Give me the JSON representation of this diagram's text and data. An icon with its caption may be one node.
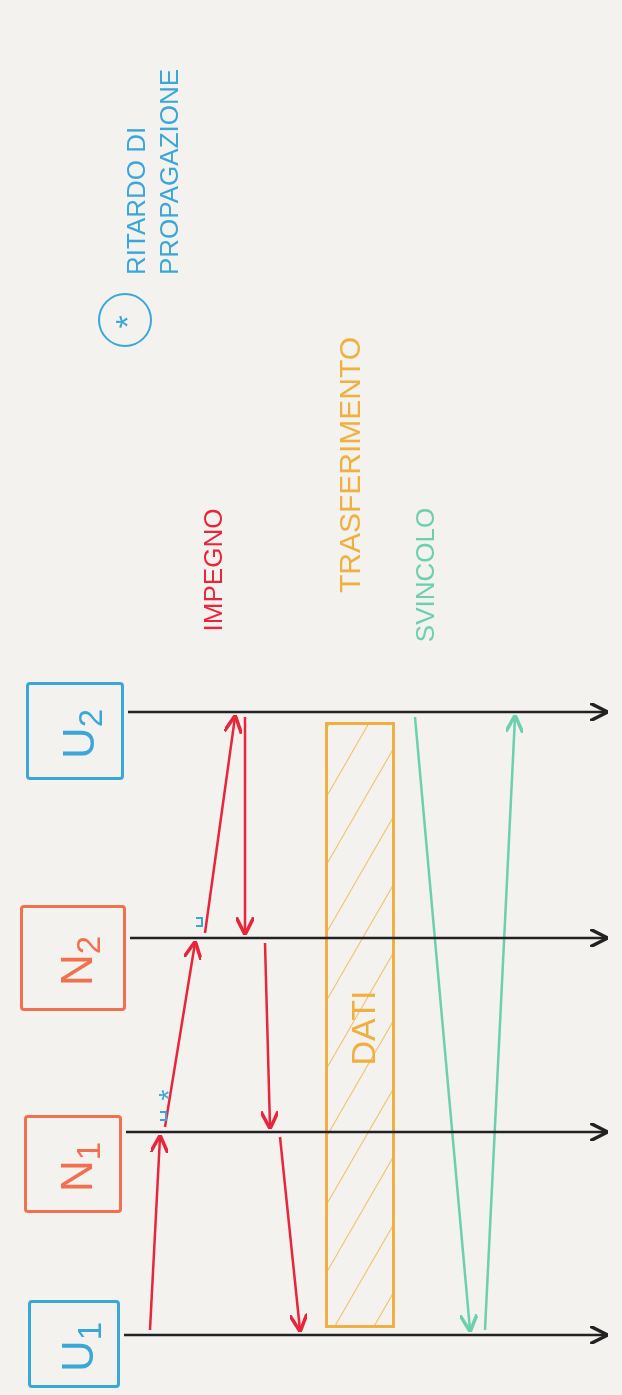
{
  "diagram": {
    "nodes": [
      {
        "text": [
          "U$_{1}$"
        ]
      },
      {
        "text": [
          "N$_{1}$"
        ]
      },
      {
        "text": [
          "N$_{2}$"
        ]
      },
      {
        "text": [
          "U$_{2}$"
        ]
      },
      {
        "text": [
          "DATI"
        ]
      },
      {
        "text": [
          "*"
        ],
        "beside": [
          "RITARDO DI PROPAGAZIONE"
        ]
      },
      {
        "text": [],
        "shape": "line"
      },
      {
        "text": [],
        "shape": "line"
      },
      {
        "text": [],
        "shape": "line"
      },
      {
        "text": [],
        "shape": "line"
      }
    ],
    "edges": [
      {
        "from": 9,
        "to": 8,
        "arrow": "to"
      },
      {
        "from": 8,
        "to": 7,
        "arrow": "to"
      },
      {
        "from": 7,
        "to": 6,
        "arrow": "to"
      },
      {
        "from": 6,
        "to": 7,
        "arrow": "to"
      },
      {
        "from": 7,
        "to": 8,
        "arrow": "to"
      },
      {
        "from": 8,
        "to": 9,
        "arrow": "to"
      },
      {
        "from": 6,
        "to": 9,
        "arrow": "to",
        "color": "#6ccfb0"
      },
      {
        "from": 9,
        "to": 6,
        "arrow": "to",
        "color": "#6ccfb0"
      },
      {
        "from": 6,
        "to": null,
        "arrow": "to",
        "color": "#222222"
      },
      {
        "from": 7,
        "to": null,
        "arrow": "to",
        "color": "#222222"
      },
      {
        "from": 8,
        "to": null,
        "arrow": "to",
        "color": "#222222"
      },
      {
        "from": 9,
        "to": null,
        "arrow": "to",
        "color": "#222222"
      }
    ],
    "labels": [
      "IMPEGNO",
      "TRASFERIMENTO",
      "SVINCOLO",
      "*"
    ]
  }
}
